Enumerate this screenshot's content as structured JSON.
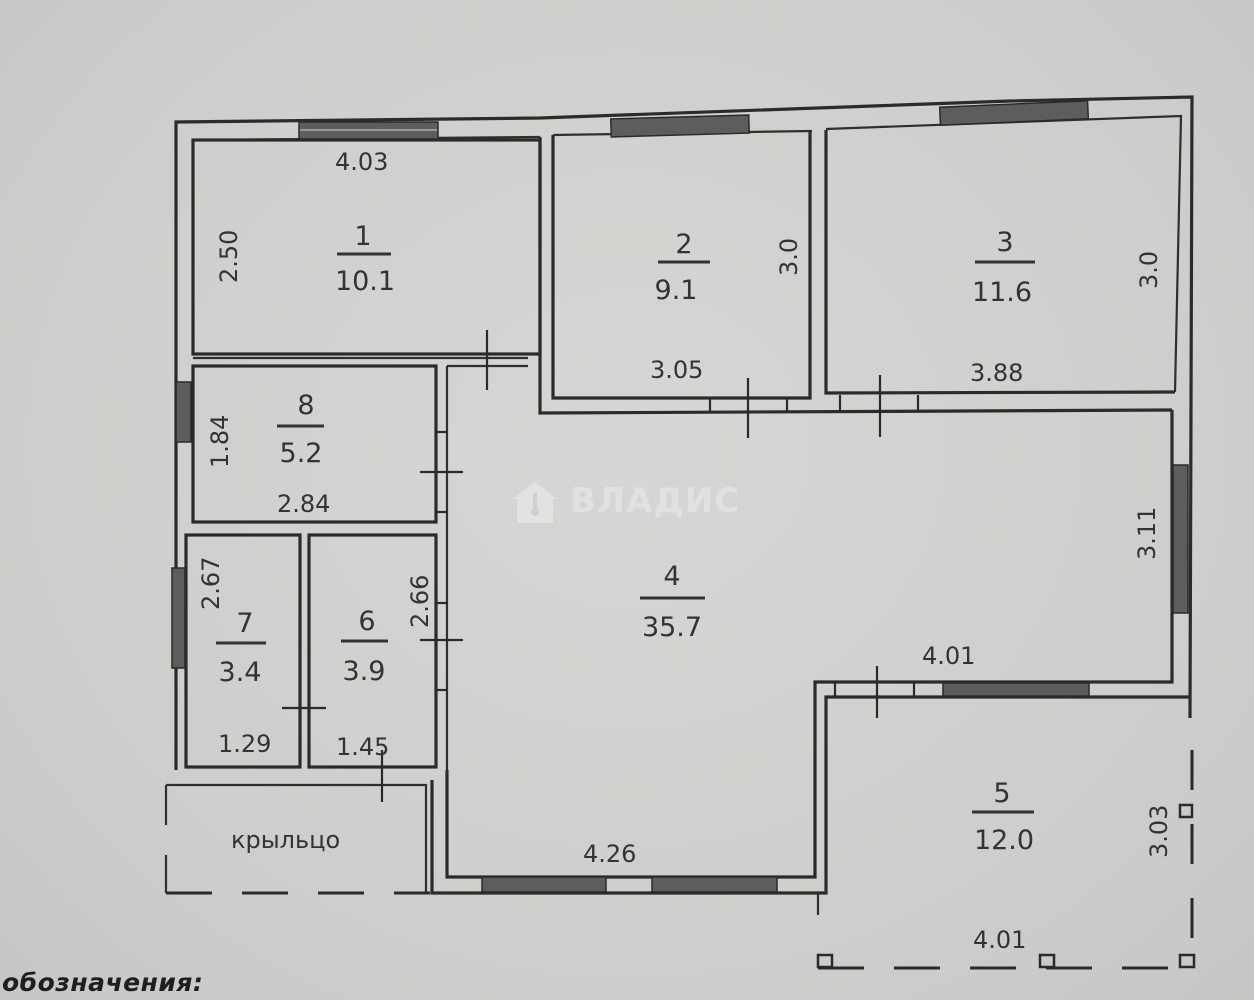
{
  "plan": {
    "watermark": {
      "brand": "ВЛАДИС",
      "icon": "house-key-icon"
    },
    "rooms": [
      {
        "id": "1",
        "number": "1",
        "area": "10.1",
        "dims": [
          "4.03",
          "2.50"
        ]
      },
      {
        "id": "2",
        "number": "2",
        "area": "9.1",
        "dims": [
          "3.05",
          "3.0"
        ]
      },
      {
        "id": "3",
        "number": "3",
        "area": "11.6",
        "dims": [
          "3.88",
          "3.0"
        ]
      },
      {
        "id": "4",
        "number": "4",
        "area": "35.7",
        "dims": [
          "4.26",
          "3.11",
          "4.01"
        ]
      },
      {
        "id": "5",
        "number": "5",
        "area": "12.0",
        "dims": [
          "4.01",
          "3.03"
        ]
      },
      {
        "id": "6",
        "number": "6",
        "area": "3.9",
        "dims": [
          "1.45",
          "2.66"
        ]
      },
      {
        "id": "7",
        "number": "7",
        "area": "3.4",
        "dims": [
          "1.29",
          "2.67"
        ]
      },
      {
        "id": "8",
        "number": "8",
        "area": "5.2",
        "dims": [
          "2.84",
          "1.84"
        ]
      }
    ],
    "porch_label": "крыльцо",
    "legend_title": "обозначения:"
  },
  "colors": {
    "background": "#cfd0ce",
    "wall": "#2b2b2b",
    "window": "#5d5d5d",
    "text": "#333333"
  }
}
